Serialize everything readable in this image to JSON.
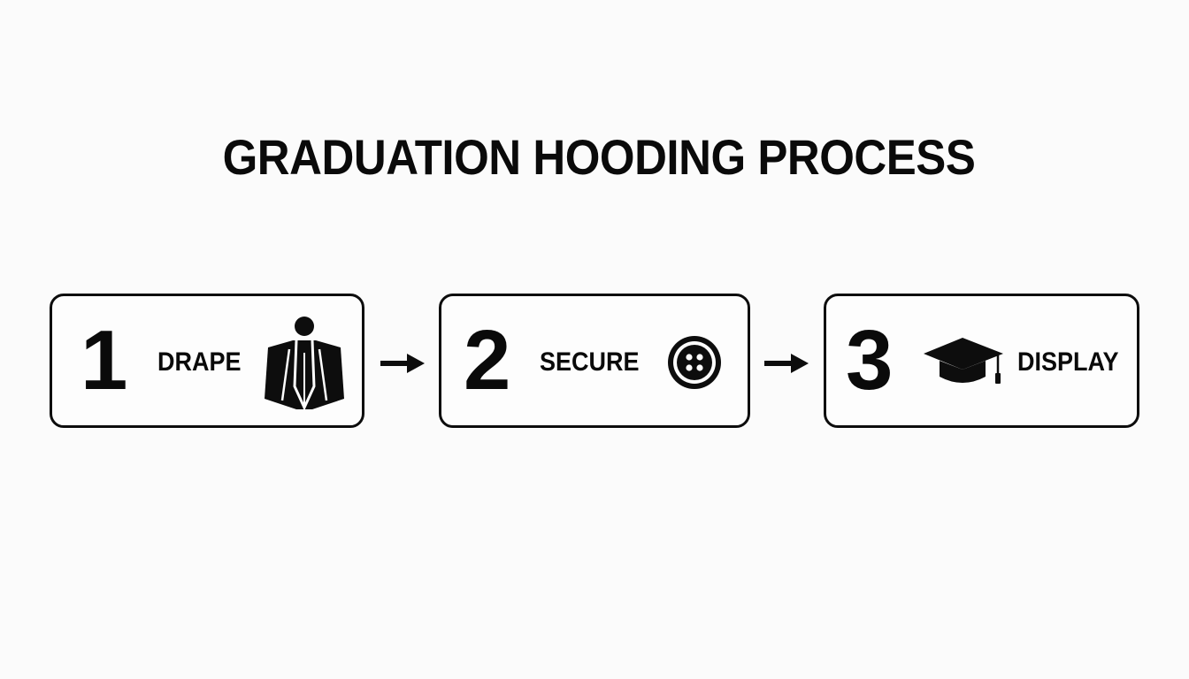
{
  "title": "GRADUATION HOODING PROCESS",
  "steps": [
    {
      "number": "1",
      "label": "DRAPE",
      "icon": "hood-drape-icon"
    },
    {
      "number": "2",
      "label": "SECURE",
      "icon": "button-icon"
    },
    {
      "number": "3",
      "label": "DISPLAY",
      "icon": "graduation-cap-icon"
    }
  ],
  "connectors": [
    "arrow-right-icon",
    "arrow-right-icon"
  ],
  "colors": {
    "foreground": "#0d0d0d",
    "background": "#fbfbfb"
  }
}
